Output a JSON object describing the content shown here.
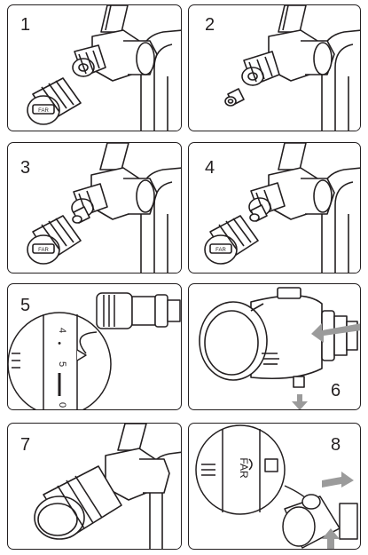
{
  "steps": [
    {
      "number": "1"
    },
    {
      "number": "2"
    },
    {
      "number": "3"
    },
    {
      "number": "4"
    },
    {
      "number": "5",
      "scale_marks": [
        "4",
        "•",
        "5",
        "0"
      ]
    },
    {
      "number": "6"
    },
    {
      "number": "7"
    },
    {
      "number": "8",
      "brand": "FAR"
    }
  ],
  "brand": "FAR",
  "colors": {
    "line": "#231f20",
    "arrow": "#9b9b9b",
    "fill": "#ffffff"
  }
}
